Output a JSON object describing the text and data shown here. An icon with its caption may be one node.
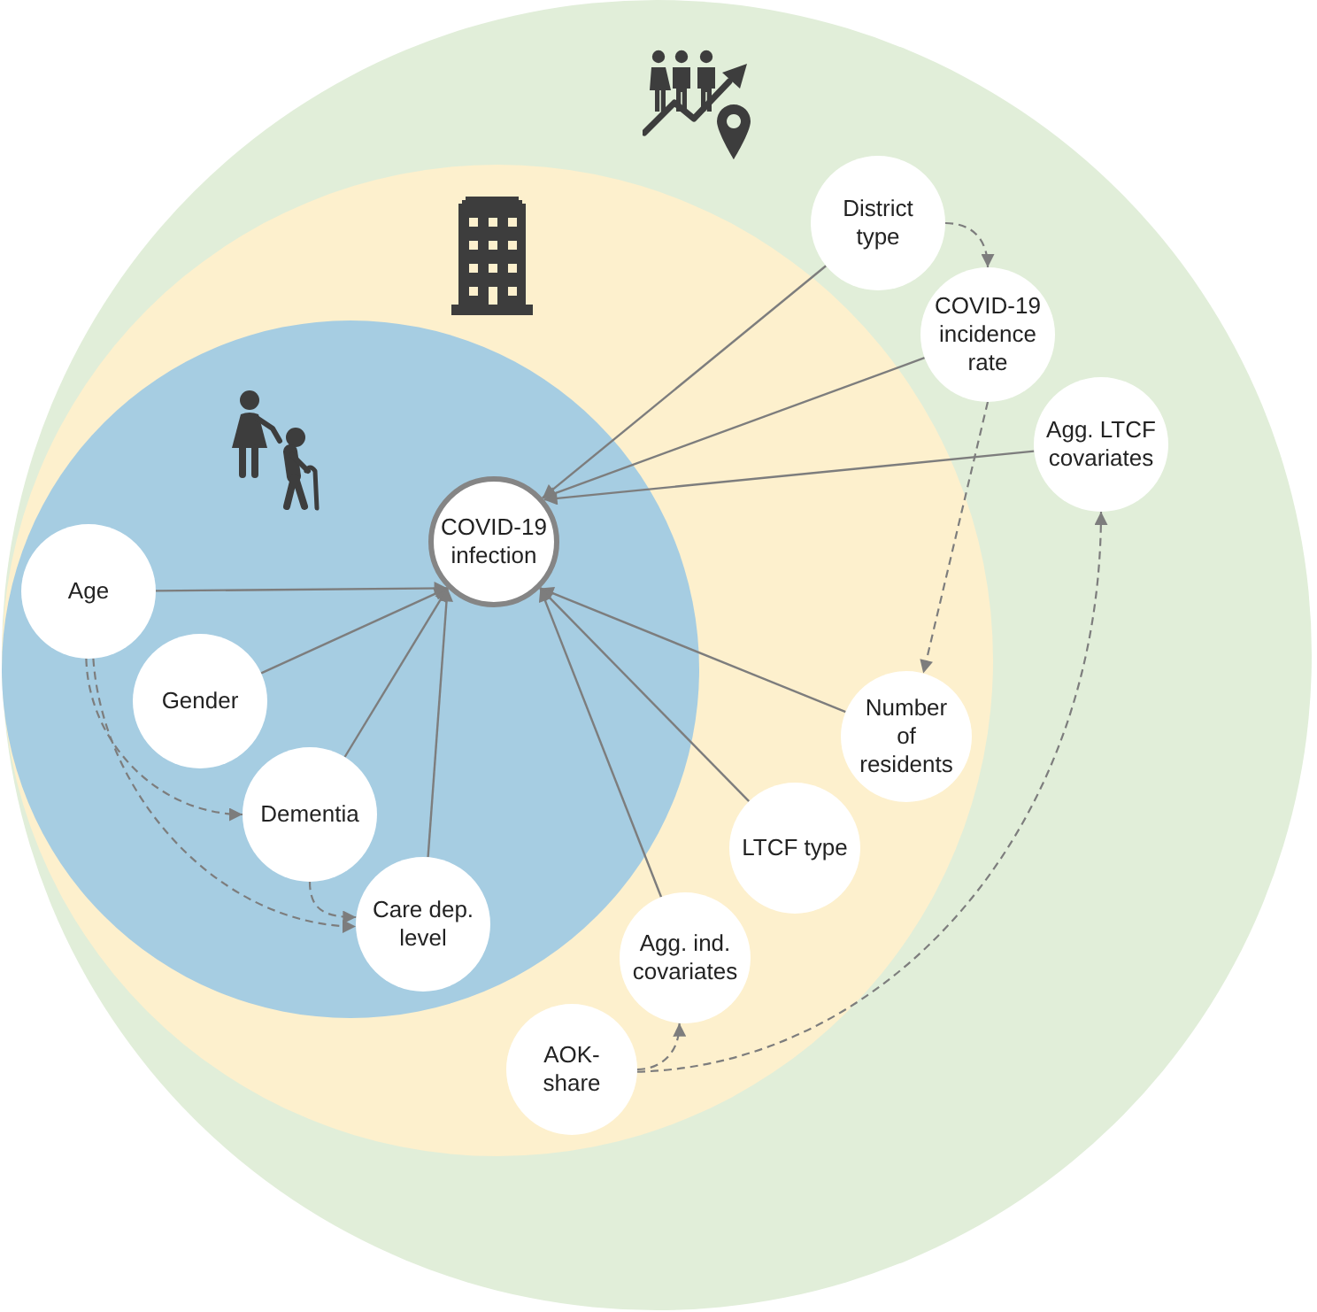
{
  "diagram": {
    "nodes": [
      {
        "text": [],
        "shape": "circle"
      },
      {
        "text": [],
        "shape": "circle",
        "in": 0
      },
      {
        "text": [],
        "shape": "circle",
        "in": 1
      },
      {
        "text": [
          "District type"
        ],
        "in": 0
      },
      {
        "text": [
          "COVID-19 incidence rate"
        ],
        "in": 0
      },
      {
        "text": [
          "Agg. LTCF covariates"
        ],
        "in": 0
      },
      {
        "text": [
          "COVID-19 infection"
        ],
        "in": 2
      },
      {
        "text": [
          "Age"
        ],
        "in": 2
      },
      {
        "text": [
          "Gender"
        ],
        "in": 2
      },
      {
        "text": [
          "Dementia"
        ],
        "in": 2
      },
      {
        "text": [
          "Care dep. level"
        ],
        "in": 2
      },
      {
        "text": [
          "Number of residents"
        ],
        "in": 1
      },
      {
        "text": [
          "LTCF type"
        ],
        "in": 1
      },
      {
        "text": [
          "Agg. ind. covariates"
        ],
        "in": 1
      },
      {
        "text": [
          "AOK-share"
        ],
        "in": 1
      }
    ],
    "edges": [
      {
        "from": 3,
        "to": 6,
        "arrow": "to"
      },
      {
        "from": 4,
        "to": 6,
        "arrow": "to"
      },
      {
        "from": 5,
        "to": 6,
        "arrow": "to"
      },
      {
        "from": 7,
        "to": 6,
        "arrow": "to"
      },
      {
        "from": 8,
        "to": 6,
        "arrow": "to"
      },
      {
        "from": 9,
        "to": 6,
        "arrow": "to"
      },
      {
        "from": 10,
        "to": 6,
        "arrow": "to"
      },
      {
        "from": 11,
        "to": 6,
        "arrow": "to"
      },
      {
        "from": 12,
        "to": 6,
        "arrow": "to"
      },
      {
        "from": 13,
        "to": 6,
        "arrow": "to"
      },
      {
        "from": 3,
        "to": 4,
        "arrow": "to",
        "style": "dashed"
      },
      {
        "from": 4,
        "to": 11,
        "arrow": "to",
        "style": "dashed"
      },
      {
        "from": 7,
        "to": 9,
        "arrow": "to",
        "style": "dashed"
      },
      {
        "from": 7,
        "to": 10,
        "arrow": "to",
        "style": "dashed"
      },
      {
        "from": 9,
        "to": 10,
        "arrow": "to",
        "style": "dashed"
      },
      {
        "from": 14,
        "to": 13,
        "arrow": "to",
        "style": "dashed"
      },
      {
        "from": 14,
        "to": 5,
        "arrow": "to",
        "style": "dashed"
      }
    ]
  }
}
